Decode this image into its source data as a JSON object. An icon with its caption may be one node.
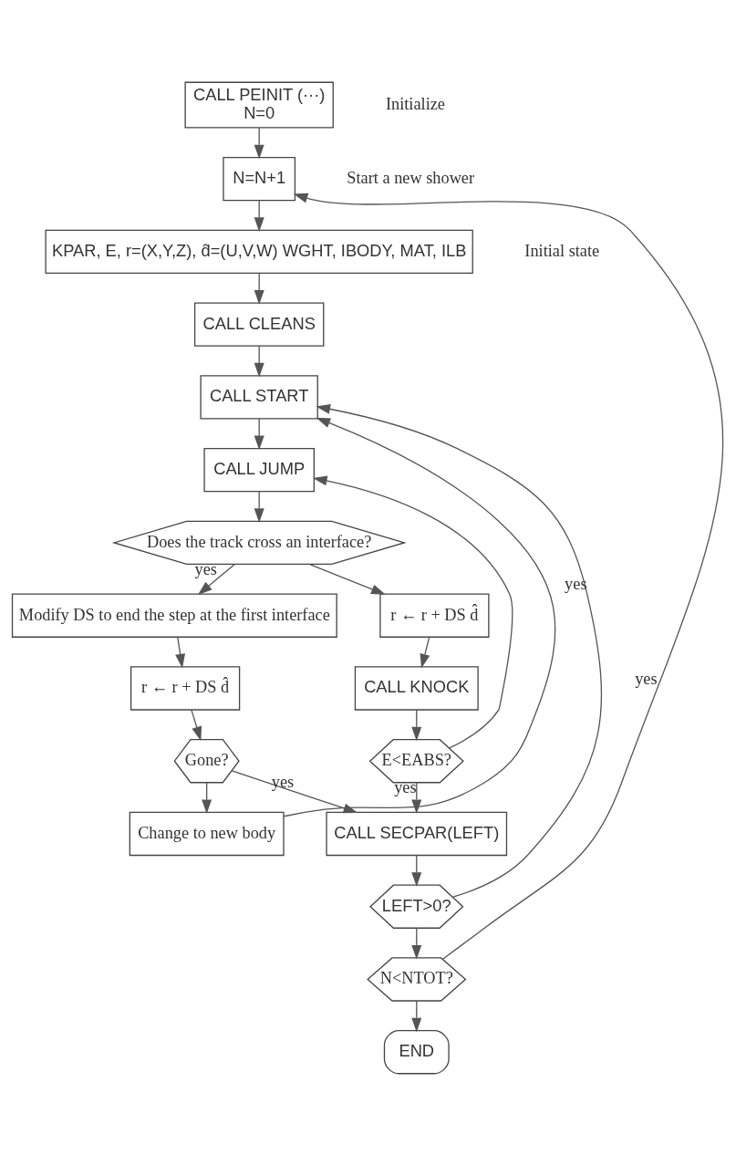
{
  "diagram": {
    "nodes": [
      {
        "text": [
          "CALL PEINIT (···)",
          "N=0"
        ],
        "beside": [
          "Initialize"
        ]
      },
      {
        "text": [
          "N=N+1"
        ],
        "beside": [
          "Start a new shower"
        ]
      },
      {
        "text": [
          "KPAR, E, r=(X,Y,Z), d̂=(U,V,W) WGHT, IBODY, MAT, ILB"
        ],
        "beside": [
          "Initial state"
        ]
      },
      {
        "text": [
          "CALL CLEANS"
        ]
      },
      {
        "text": [
          "CALL START"
        ]
      },
      {
        "text": [
          "CALL JUMP"
        ]
      },
      {
        "text": [
          "Does the track cross an interface?"
        ]
      },
      {
        "text": [
          "Modify DS to end the step at the first interface"
        ]
      },
      {
        "text": [
          "r ← r + DS d̂"
        ]
      },
      {
        "text": [
          "Gone?"
        ]
      },
      {
        "text": [
          "Change to new body"
        ]
      },
      {
        "text": [
          "r ← r + DS d̂"
        ]
      },
      {
        "text": [
          "CALL KNOCK"
        ]
      },
      {
        "text": [
          "E<EABS?"
        ]
      },
      {
        "text": [
          "CALL SECPAR(LEFT)"
        ]
      },
      {
        "text": [
          "LEFT>0?"
        ]
      },
      {
        "text": [
          "N<NTOT?"
        ]
      },
      {
        "text": [
          "END"
        ]
      }
    ],
    "edges": [
      {
        "from": 0,
        "to": 1,
        "arrow": "to"
      },
      {
        "from": 1,
        "to": 2,
        "arrow": "to"
      },
      {
        "from": 2,
        "to": 3,
        "arrow": "to"
      },
      {
        "from": 3,
        "to": 4,
        "arrow": "to"
      },
      {
        "from": 4,
        "to": 5,
        "arrow": "to"
      },
      {
        "from": 5,
        "to": 6,
        "arrow": "to"
      },
      {
        "from": 6,
        "to": 7,
        "arrow": "to",
        "label": "yes"
      },
      {
        "from": 6,
        "to": 11,
        "arrow": "to"
      },
      {
        "from": 7,
        "to": 8,
        "arrow": "to"
      },
      {
        "from": 8,
        "to": 9,
        "arrow": "to"
      },
      {
        "from": 9,
        "to": 14,
        "arrow": "to",
        "label": "yes"
      },
      {
        "from": 9,
        "to": 10,
        "arrow": "to"
      },
      {
        "from": 10,
        "to": 4,
        "arrow": "to"
      },
      {
        "from": 11,
        "to": 12,
        "arrow": "to"
      },
      {
        "from": 12,
        "to": 13,
        "arrow": "to"
      },
      {
        "from": 13,
        "to": 14,
        "arrow": "to",
        "label": "yes"
      },
      {
        "from": 13,
        "to": 5,
        "arrow": "to"
      },
      {
        "from": 14,
        "to": 15,
        "arrow": "to"
      },
      {
        "from": 15,
        "to": 4,
        "arrow": "to",
        "label": "yes"
      },
      {
        "from": 15,
        "to": 16,
        "arrow": "to"
      },
      {
        "from": 16,
        "to": 1,
        "arrow": "to",
        "label": "yes"
      },
      {
        "from": 16,
        "to": 17,
        "arrow": "to"
      }
    ]
  }
}
